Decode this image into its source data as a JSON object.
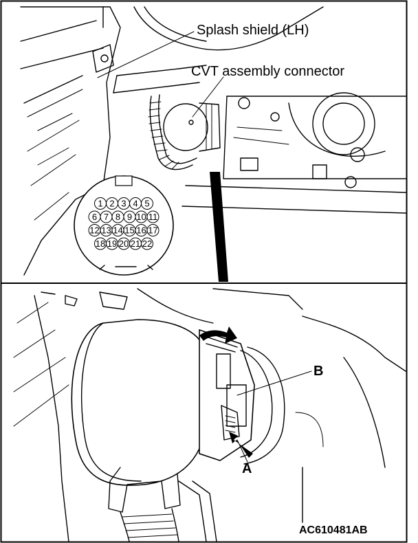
{
  "labels": {
    "splash_shield": "Splash shield (LH)",
    "cvt_connector": "CVT assembly connector",
    "callout_b": "B",
    "callout_a": "A",
    "figure_id": "AC610481AB"
  },
  "connector_pins": [
    "1",
    "2",
    "3",
    "4",
    "5",
    "6",
    "7",
    "8",
    "9",
    "10",
    "11",
    "12",
    "13",
    "14",
    "15",
    "16",
    "17",
    "18",
    "19",
    "20",
    "21",
    "22"
  ]
}
